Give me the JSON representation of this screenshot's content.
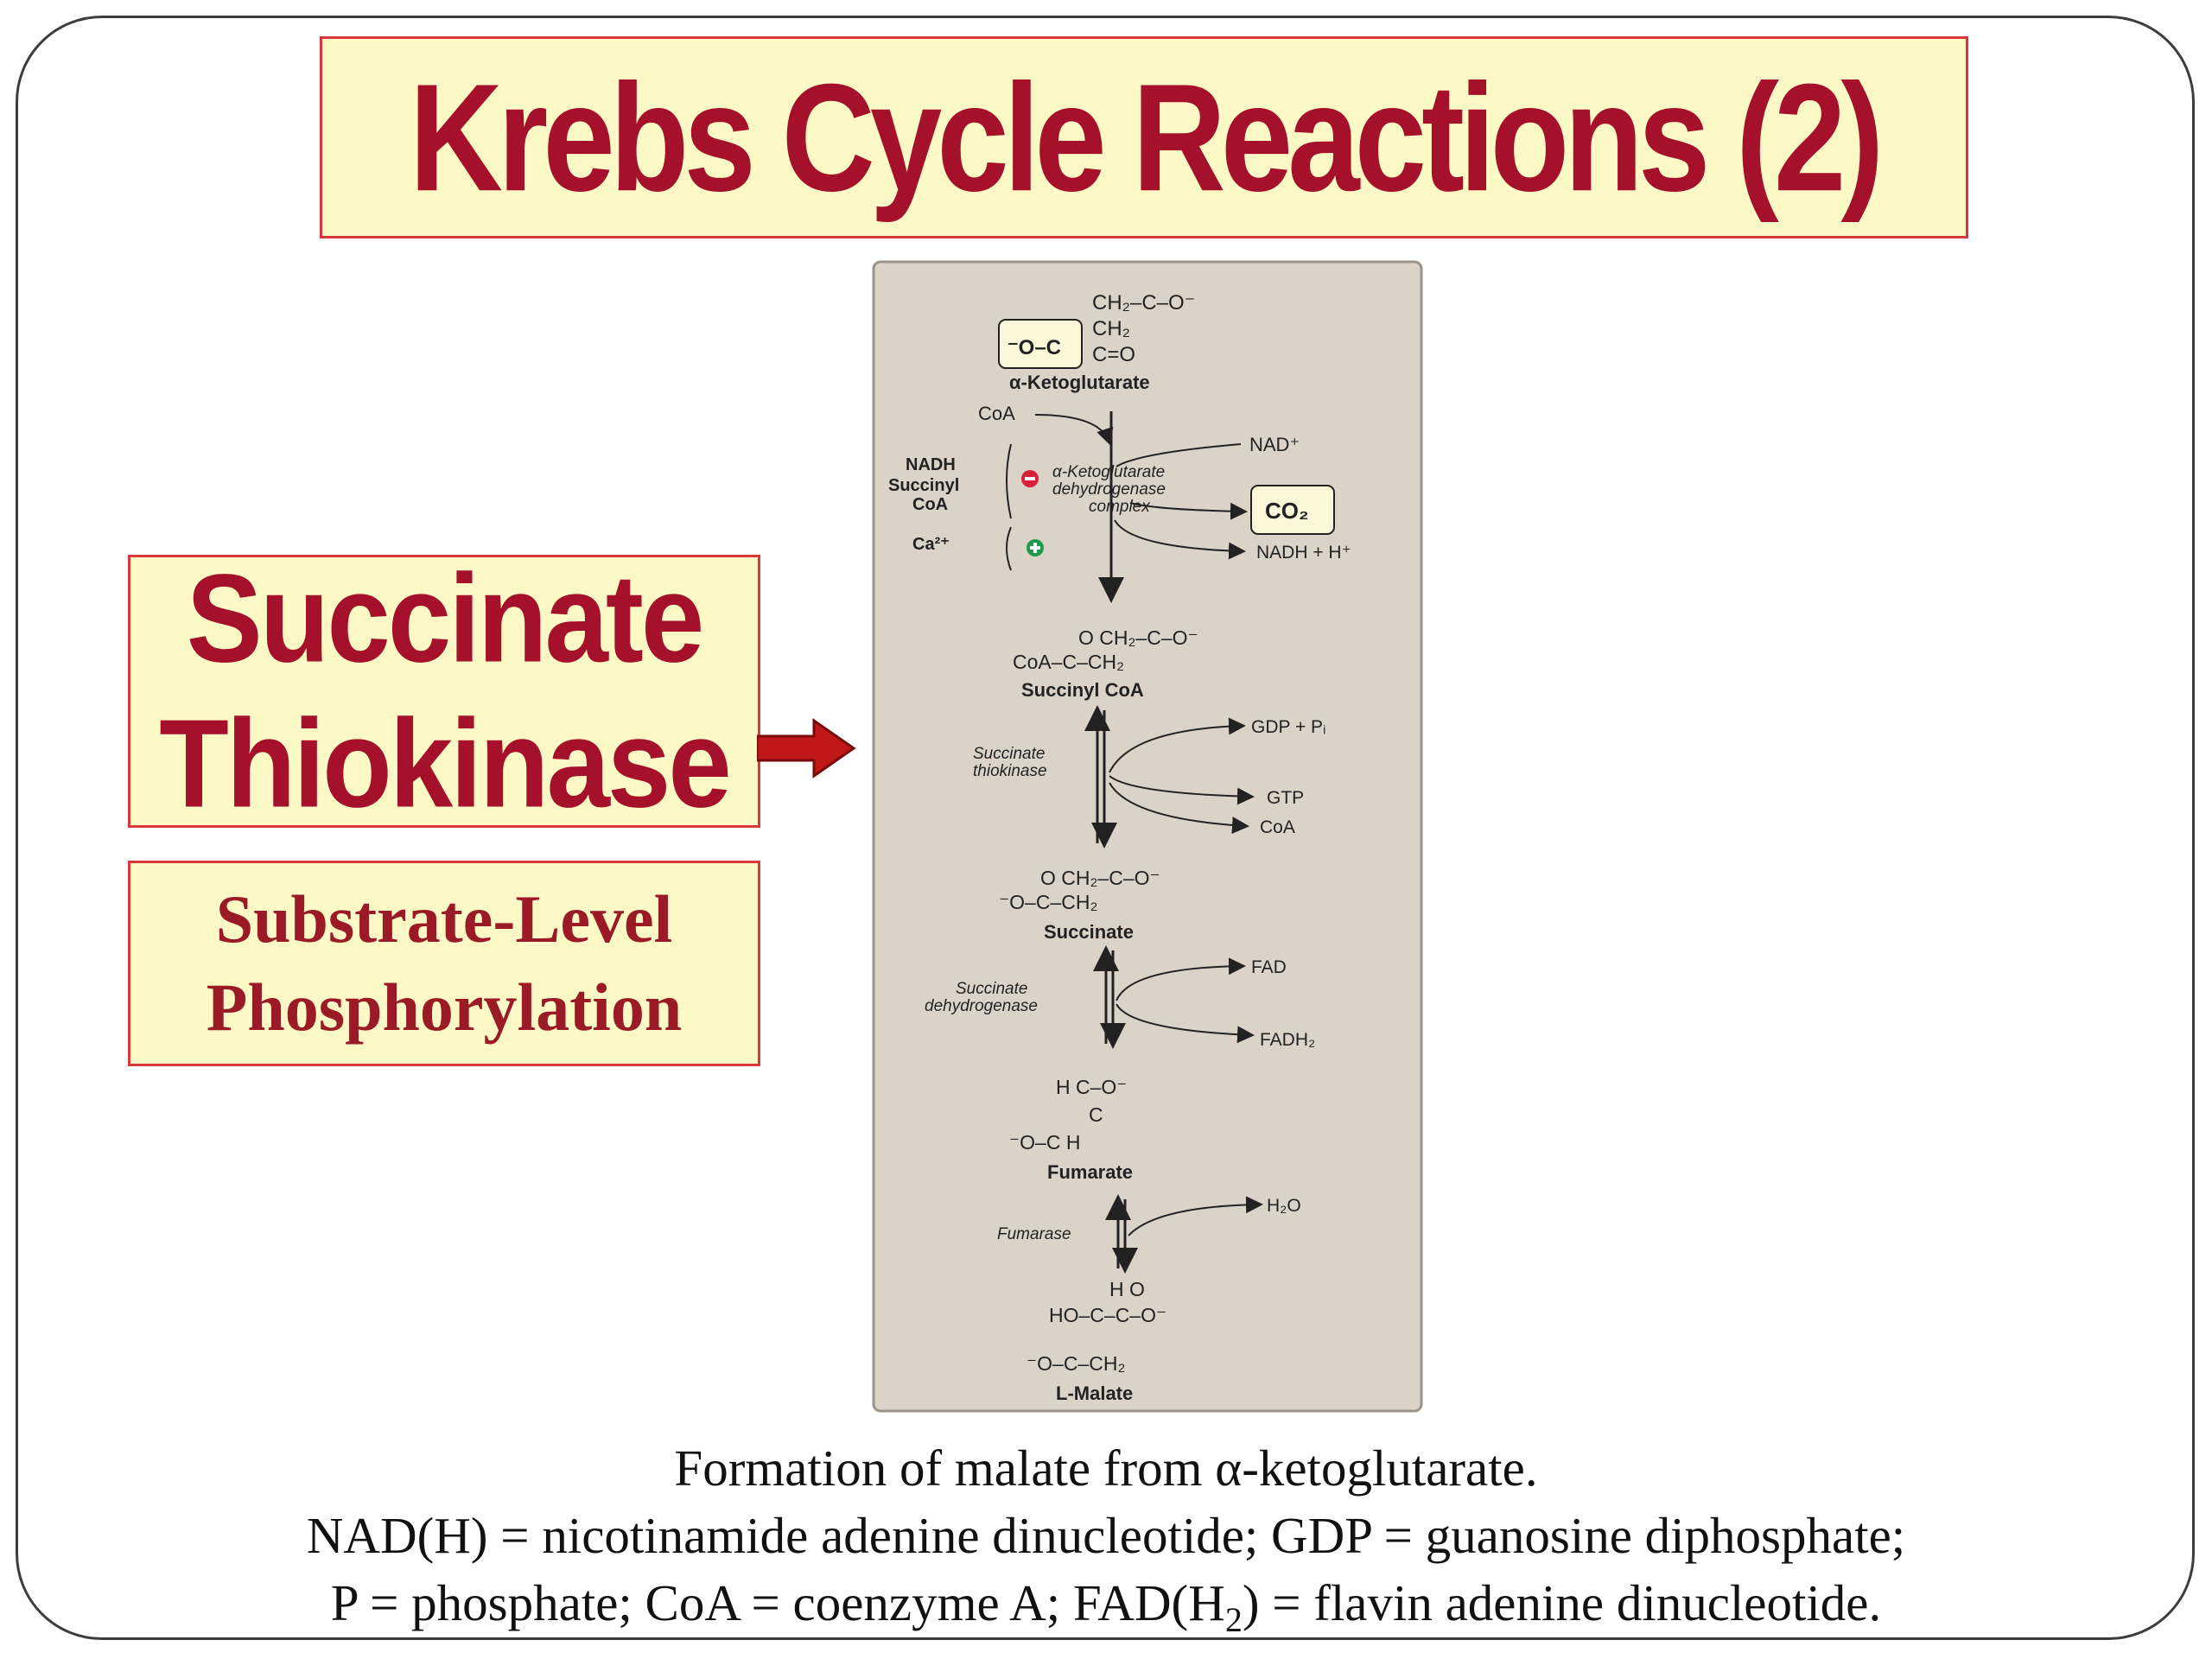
{
  "title": "Krebs Cycle Reactions (2)",
  "callout": {
    "enzyme_line1": "Succinate",
    "enzyme_line2": "Thiokinase",
    "process_line1": "Substrate-Level",
    "process_line2": "Phosphorylation"
  },
  "figure": {
    "alpha_ketoglutarate": "α-Ketoglutarate",
    "akg_group_top": "CH₂–C–O⁻",
    "akg_group_mid": "CH₂",
    "akg_group_bottom": "C=O",
    "akg_boxed": "⁻O–C",
    "coa_in": "CoA",
    "nad_plus": "NAD⁺",
    "inhibitor_nadh": "NADH",
    "inhibitor_succinyl": "Succinyl",
    "inhibitor_coa": "CoA",
    "activator_ca": "Ca²⁺",
    "enzyme1_line1": "α-Ketoglutarate",
    "enzyme1_line2": "dehydrogenase",
    "enzyme1_line3": "complex",
    "co2": "CO₂",
    "nadh_h": "NADH + H⁺",
    "succinyl_coa_top": "O  CH₂–C–O⁻",
    "succinyl_coa_bottom": "CoA–C–CH₂",
    "succinyl_coa": "Succinyl CoA",
    "enzyme2_line1": "Succinate",
    "enzyme2_line2": "thiokinase",
    "gdp_pi": "GDP + Pᵢ",
    "gtp": "GTP",
    "coa_out": "CoA",
    "succinate_top": "O  CH₂–C–O⁻",
    "succinate_bottom": "⁻O–C–CH₂",
    "succinate": "Succinate",
    "enzyme3_line1": "Succinate",
    "enzyme3_line2": "dehydrogenase",
    "fad": "FAD",
    "fadh2": "FADH₂",
    "fumarate_top": "H   C–O⁻",
    "fumarate_mid": "C",
    "fumarate_bottom": "⁻O–C     H",
    "fumarate": "Fumarate",
    "enzyme4": "Fumarase",
    "h2o": "H₂O",
    "malate_top": "H  O",
    "malate_mid": "HO–C–C–O⁻",
    "malate_bottom": "⁻O–C–CH₂",
    "malate": "L-Malate"
  },
  "caption": {
    "line1": "Formation of malate from α-ketoglutarate.",
    "line2": "NAD(H) = nicotinamide adenine dinucleotide; GDP = guanosine diphosphate;",
    "line3_prefix": "P = phosphate; CoA = coenzyme A; FAD(H",
    "line3_sub": "2",
    "line3_suffix": ") = flavin adenine dinucleotide."
  },
  "colors": {
    "title_red": "#a5102a",
    "box_fill": "#fdf9c7",
    "box_border": "#d9393c",
    "figure_bg": "#dcd3c8",
    "arrow_red": "#c01818",
    "inhibit": "#d8203a",
    "activate": "#1e9a4c"
  }
}
